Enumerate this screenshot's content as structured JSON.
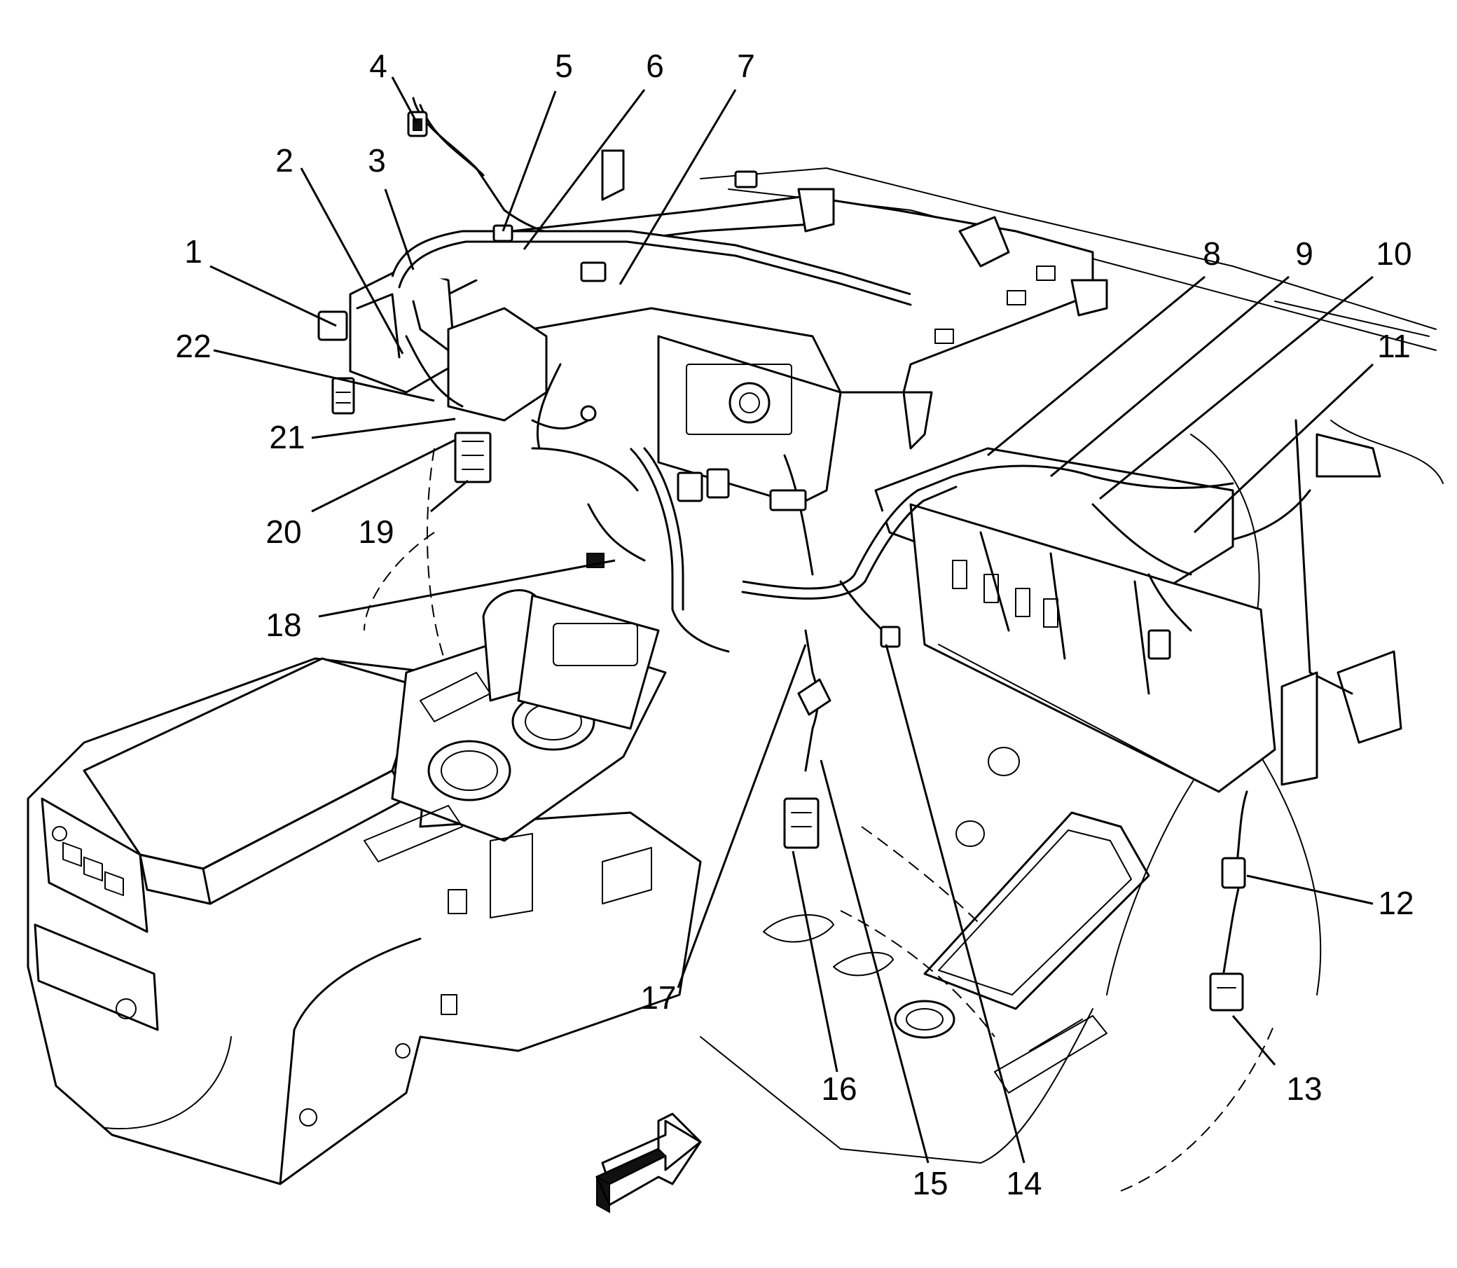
{
  "diagram": {
    "callouts": [
      {
        "id": "c1",
        "label": "1"
      },
      {
        "id": "c2",
        "label": "2"
      },
      {
        "id": "c3",
        "label": "3"
      },
      {
        "id": "c4",
        "label": "4"
      },
      {
        "id": "c5",
        "label": "5"
      },
      {
        "id": "c6",
        "label": "6"
      },
      {
        "id": "c7",
        "label": "7"
      },
      {
        "id": "c8",
        "label": "8"
      },
      {
        "id": "c9",
        "label": "9"
      },
      {
        "id": "c10",
        "label": "10"
      },
      {
        "id": "c11",
        "label": "11"
      },
      {
        "id": "c12",
        "label": "12"
      },
      {
        "id": "c13",
        "label": "13"
      },
      {
        "id": "c14",
        "label": "14"
      },
      {
        "id": "c15",
        "label": "15"
      },
      {
        "id": "c16",
        "label": "16"
      },
      {
        "id": "c17",
        "label": "17"
      },
      {
        "id": "c18",
        "label": "18"
      },
      {
        "id": "c19",
        "label": "19"
      },
      {
        "id": "c20",
        "label": "20"
      },
      {
        "id": "c21",
        "label": "21"
      },
      {
        "id": "c22",
        "label": "22"
      }
    ],
    "orientation_arrow": "front-direction-arrow"
  }
}
